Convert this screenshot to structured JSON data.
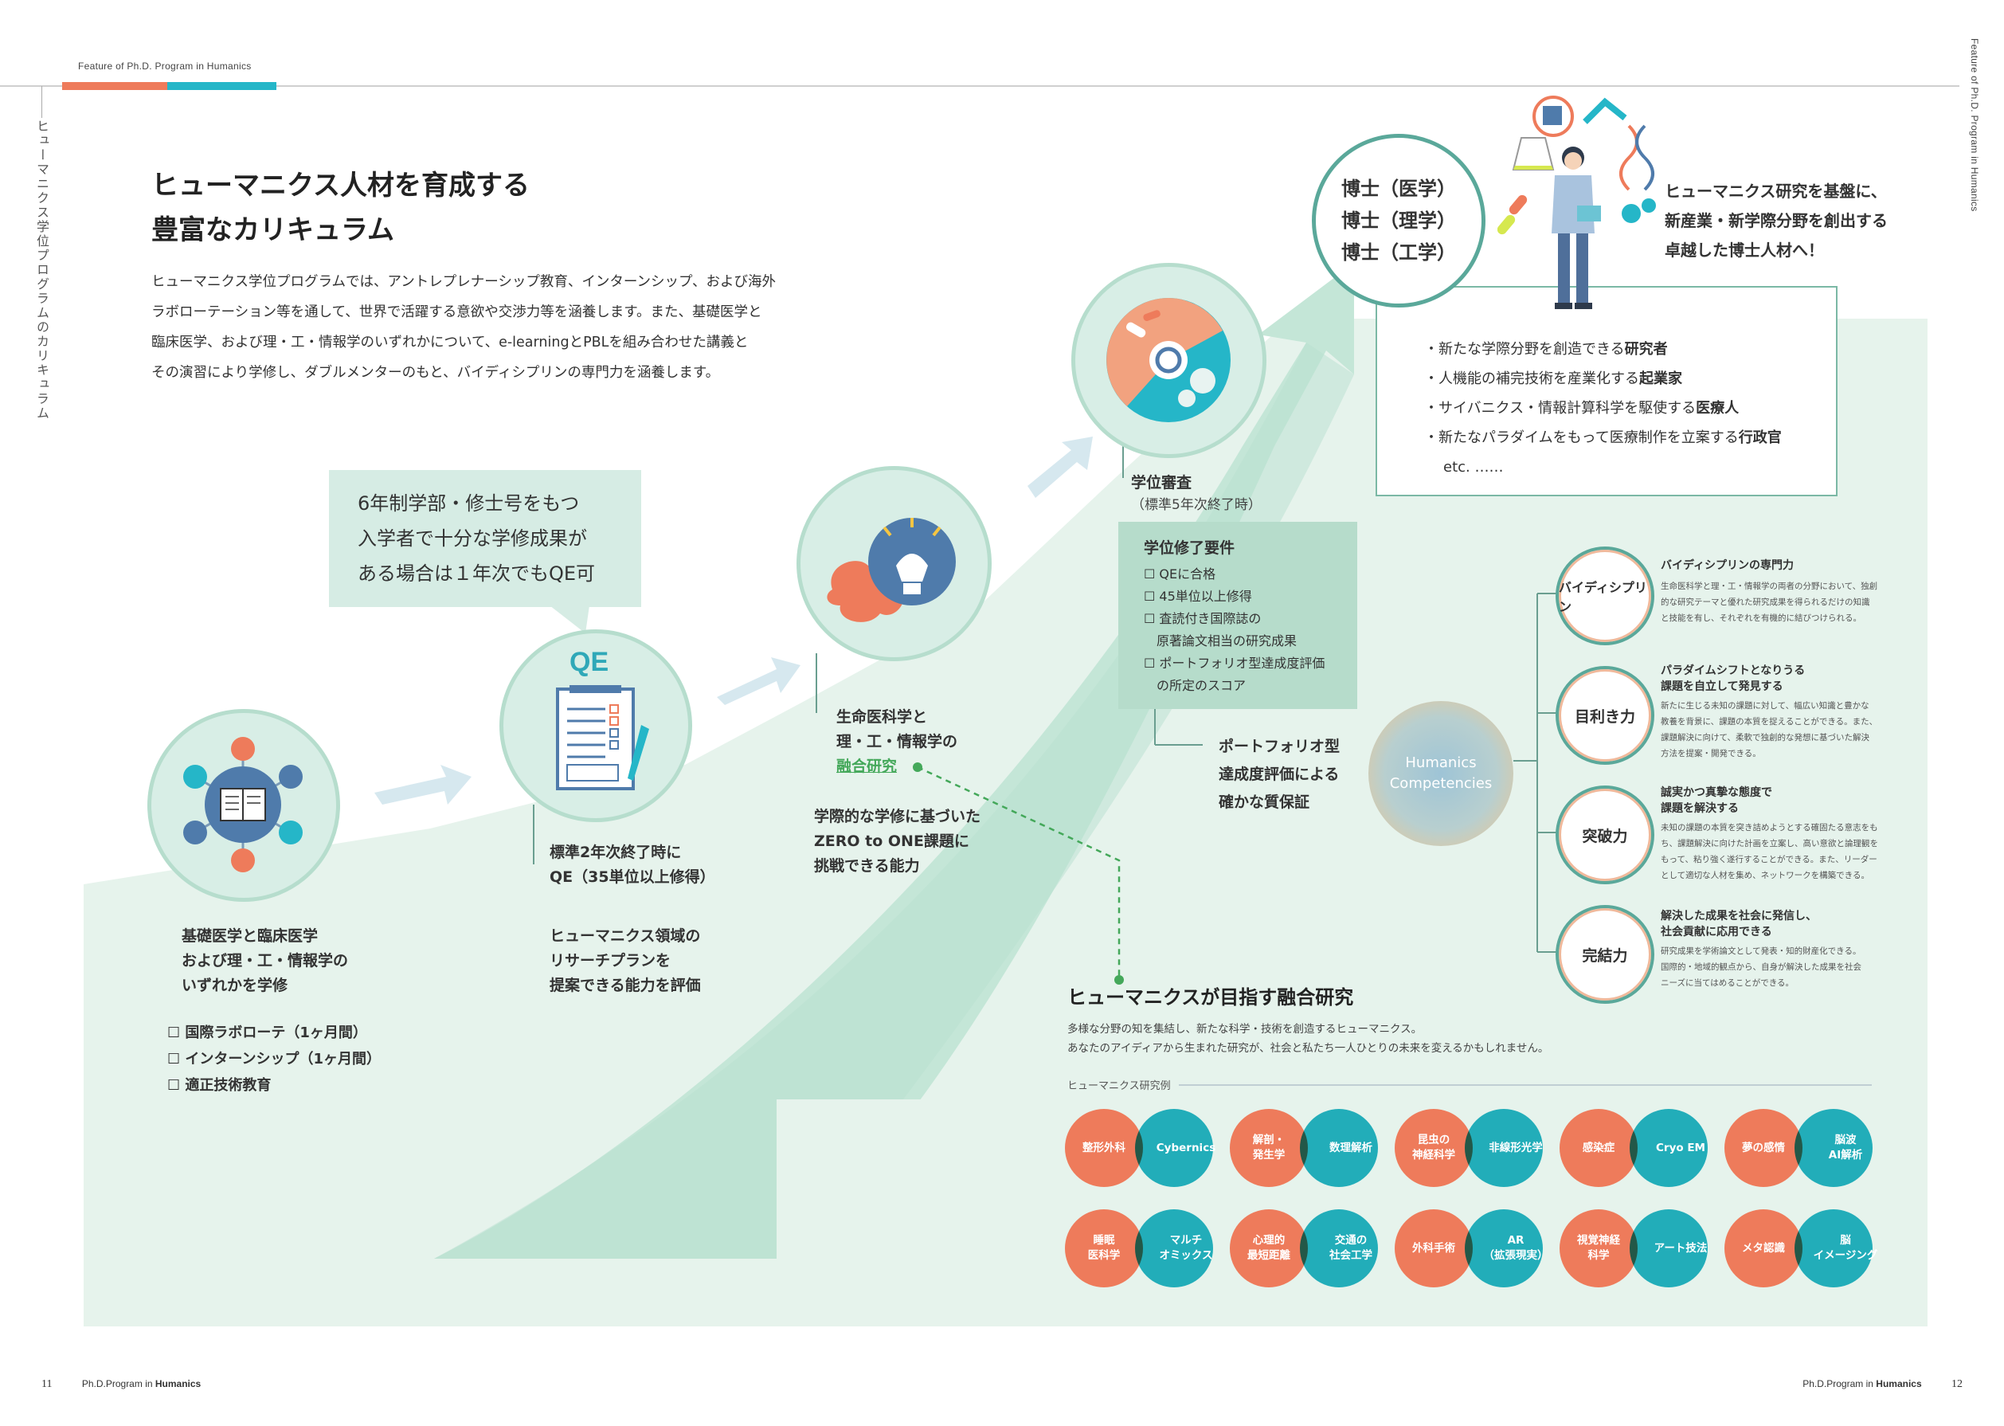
{
  "header": {
    "left_label": "Feature of Ph.D. Program in Humanics",
    "right_vertical": "Feature of Ph.D. Program in Humanics",
    "left_vertical": "ヒューマニクス学位プログラムのカリキュラム"
  },
  "title_lines": [
    "ヒューマニクス人材を育成する",
    "豊富なカリキュラム"
  ],
  "intro_lines": [
    "ヒューマニクス学位プログラムでは、アントレプレナーシップ教育、インターンシップ、および海外",
    "ラボローテーション等を通して、世界で活躍する意欲や交渉力等を涵養します。また、基礎医学と",
    "臨床医学、および理・工・情報学のいずれかについて、e-learningとPBLを組み合わせた講義と",
    "その演習により学修し、ダブルメンターのもと、バイディシプリンの専門力を涵養します。"
  ],
  "bubble_lines": [
    "6年制学部・修士号をもつ",
    "入学者で十分な学修成果が",
    "ある場合は１年次でもQE可"
  ],
  "stage1": {
    "lines": [
      "基礎医学と臨床医学",
      "および理・工・情報学の",
      "いずれかを学修"
    ],
    "checks": [
      "☐ 国際ラボローテ（1ヶ月間）",
      "☐ インターンシップ（1ヶ月間）",
      "☐ 適正技術教育"
    ]
  },
  "stage2": {
    "qe_label": "QE",
    "lines": [
      "標準2年次終了時に",
      "QE（35単位以上修得）"
    ],
    "sub_lines": [
      "ヒューマニクス領域の",
      "リサーチプランを",
      "提案できる能力を評価"
    ]
  },
  "stage3": {
    "lines": [
      "生命医科学と",
      "理・工・情報学の"
    ],
    "link": "融合研究",
    "sub_lines": [
      "学際的な学修に基づいた",
      "ZERO to ONE課題に",
      "挑戦できる能力"
    ]
  },
  "stage4": {
    "title": "学位審査",
    "subtitle": "（標準5年次終了時）",
    "req_title": "学位修了要件",
    "reqs": [
      "☐ QEに合格",
      "☐ 45単位以上修得",
      "☐ 査読付き国際誌の",
      "　原著論文相当の研究成果",
      "☐ ポートフォリオ型達成度評価",
      "　の所定のスコア"
    ],
    "portfolio_lines": [
      "ポートフォリオ型",
      "達成度評価による",
      "確かな質保証"
    ]
  },
  "degrees": [
    "博士（医学）",
    "博士（理学）",
    "博士（工学）"
  ],
  "goal_lines": [
    "ヒューマニクス研究を基盤に、",
    "新産業・新学際分野を創出する",
    "卓越した博士人材へ！"
  ],
  "careers": [
    {
      "pre": "・新たな学際分野を創造できる",
      "bold": "研究者"
    },
    {
      "pre": "・人機能の補完技術を産業化する",
      "bold": "起業家"
    },
    {
      "pre": "・サイバニクス・情報計算科学を駆使する",
      "bold": "医療人"
    },
    {
      "pre": "・新たなパラダイムをもって医療制作を立案する",
      "bold": "行政官"
    }
  ],
  "careers_etc": "etc. ……",
  "competency_center": [
    "Humanics",
    "Competencies"
  ],
  "competencies": [
    {
      "name": "バイディシプリン",
      "head": [
        "バイディシプリンの専門力"
      ],
      "body": [
        "生命医科学と理・工・情報学の両者の分野において、独創",
        "的な研究テーマと優れた研究成果を得られるだけの知識",
        "と技能を有し、それぞれを有機的に結びつけられる。"
      ]
    },
    {
      "name": "目利き力",
      "head": [
        "パラダイムシフトとなりうる",
        "課題を自立して発見する"
      ],
      "body": [
        "新たに生じる未知の課題に対して、幅広い知識と豊かな",
        "教養を背景に、課題の本質を捉えることができる。また、",
        "課題解決に向けて、柔軟で独創的な発想に基づいた解決",
        "方法を提案・開発できる。"
      ]
    },
    {
      "name": "突破力",
      "head": [
        "誠実かつ真摯な態度で",
        "課題を解決する"
      ],
      "body": [
        "未知の課題の本質を突き詰めようとする確固たる意志をも",
        "ち、課題解決に向けた計画を立案し、高い意欲と論理観を",
        "もって、粘り強く遂行することができる。また、リーダー",
        "として適切な人材を集め、ネットワークを構築できる。"
      ]
    },
    {
      "name": "完結力",
      "head": [
        "解決した成果を社会に発信し、",
        "社会貢献に応用できる"
      ],
      "body": [
        "研究成果を学術論文として発表・知的財産化できる。",
        "国際的・地域的観点から、自身が解決した成果を社会",
        "ニーズに当てはめることができる。"
      ]
    }
  ],
  "fusion": {
    "title": "ヒューマニクスが目指す融合研究",
    "desc": [
      "多様な分野の知を集結し、新たな科学・技術を創造するヒューマニクス。",
      "あなたのアイディアから生まれた研究が、社会と私たち一人ひとりの未来を変えるかもしれません。"
    ],
    "examples_label": "ヒューマニクス研究例",
    "pairs": [
      {
        "a": "整形外科",
        "b": "Cybernics"
      },
      {
        "a": "解剖・\n発生学",
        "b": "数理解析"
      },
      {
        "a": "昆虫の\n神経科学",
        "b": "非線形光学"
      },
      {
        "a": "感染症",
        "b": "Cryo EM"
      },
      {
        "a": "夢の感情",
        "b": "脳波\nAI解析"
      },
      {
        "a": "睡眠\n医科学",
        "b": "マルチ\nオミックス"
      },
      {
        "a": "心理的\n最短距離",
        "b": "交通の\n社会工学"
      },
      {
        "a": "外科手術",
        "b": "AR\n（拡張現実）"
      },
      {
        "a": "視覚神経\n科学",
        "b": "アート技法"
      },
      {
        "a": "メタ認識",
        "b": "脳\nイメージング"
      }
    ]
  },
  "footer": {
    "left_page": "11",
    "left_text": "Ph.D.Program in",
    "left_bold": "Humanics",
    "right_text": "Ph.D.Program in",
    "right_bold": "Humanics",
    "right_page": "12"
  },
  "colors": {
    "orange": "#ee7b5b",
    "teal": "#25b6c8",
    "green_bg": "#e4f2ec",
    "arrow": "#bfe2d4",
    "accent_green": "#44a85a"
  }
}
